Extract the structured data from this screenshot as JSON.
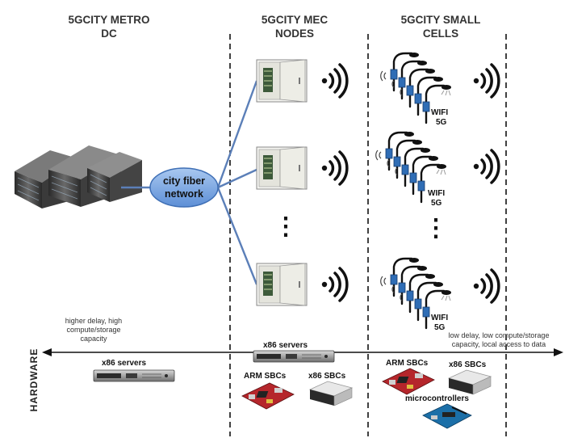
{
  "titles": {
    "metro": [
      "5GCITY METRO",
      "DC"
    ],
    "mec": [
      "5GCITY MEC",
      "NODES"
    ],
    "small": [
      "5GCITY SMALL",
      "CELLS"
    ]
  },
  "network_label": [
    "city fiber",
    "network"
  ],
  "cell_tags": {
    "wifi": "WIFI",
    "fiveg": "5G"
  },
  "ellipsis": "⋮",
  "axis": {
    "left_note": [
      "higher delay, high",
      "compute/storage",
      "capacity"
    ],
    "right_note": [
      "low delay, low compute/storage",
      "capacity, local access to data"
    ]
  },
  "hardware": {
    "section_label": "HARDWARE",
    "metro_servers": "x86 servers",
    "mec_servers": "x86 servers",
    "mec_arm": "ARM SBCs",
    "mec_x86": "x86 SBCs",
    "cell_arm": "ARM SBCs",
    "cell_x86": "x86 SBCs",
    "cell_micro": "microcontrollers"
  },
  "colors": {
    "line": "#5b7fb8",
    "ellipse_fill": "#7aa6e0",
    "ellipse_stroke": "#3f6fb5",
    "antenna": "#2f6db5",
    "pole": "#111111"
  }
}
